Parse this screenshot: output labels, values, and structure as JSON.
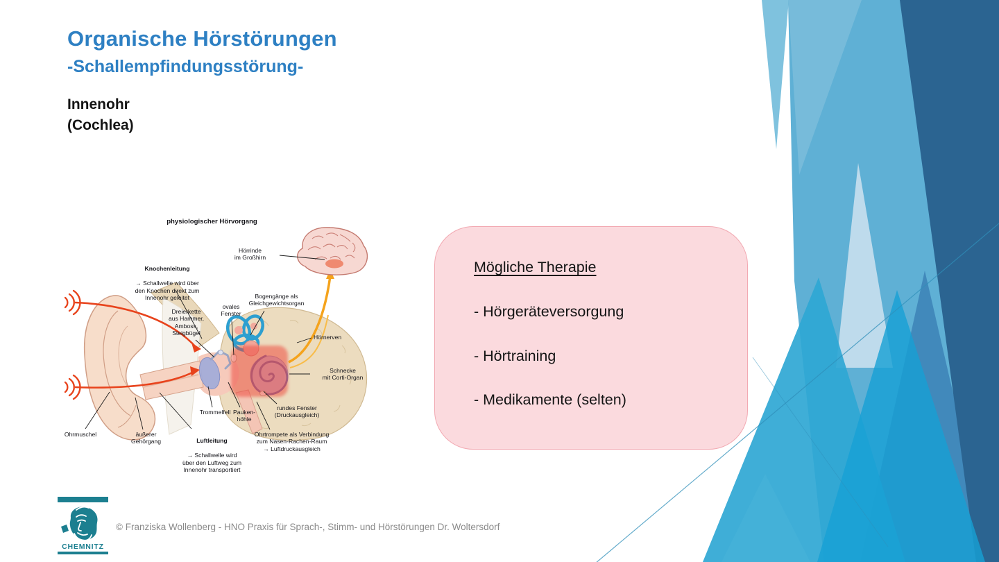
{
  "slide": {
    "title": "Organische Hörstörungen",
    "subtitle": "-Schallempfindungsstörung-",
    "lead": "Innenohr\n(Cochlea)"
  },
  "diagram": {
    "title": "physiologischer Hörvorgang",
    "labels": {
      "hoerrinde": "Hörrinde\nim Großhirn",
      "knochenleitung_head": "Knochenleitung",
      "knochenleitung_body": "→ Schallwelle wird über\nden Knochen direkt zum\nInnenohr geleitet",
      "dreierkette": "Dreierkette\naus Hammer,\nAmboss,\nSteigbügel",
      "ovales_fenster": "ovales\nFenster",
      "bogengaenge": "Bogengänge als\nGleichgewichtsorgan",
      "hoernerven": "Hörnerven",
      "schnecke": "Schnecke\nmit Corti-Organ",
      "rundes_fenster": "rundes Fenster\n(Druckausgleich)",
      "ohrtrompete": "Ohrtrompete als Verbindung\nzum Nasen-Rachen-Raum\n→ Luftdruckausgleich",
      "trommelfell": "Trommelfell",
      "paukenhoehle": "Pauken-\nhöhle",
      "luftleitung_head": "Luftleitung",
      "luftleitung_body": "→ Schallwelle wird\nüber den Luftweg zum\nInnenohr transportiert",
      "aeusserer_gehoergang": "äußerer\nGehörgang",
      "ohrmuschel": "Ohrmuschel"
    }
  },
  "therapy_box": {
    "heading": "Mögliche Therapie",
    "items": [
      "- Hörgeräteversorgung",
      "- Hörtraining",
      "- Medikamente (selten)"
    ]
  },
  "footer": {
    "copyright": "© Franziska Wollenberg - HNO Praxis für Sprach-, Stimm- und Hörstörungen Dr. Woltersdorf"
  },
  "logo": {
    "city": "CHEMNITZ"
  },
  "colors": {
    "title_blue": "#2e80c3",
    "text_black": "#141414",
    "footer_gray": "#8a8a8a",
    "box_pink": "#fbdade",
    "box_border": "#f2a9b2",
    "highlight_red": "#ee4034",
    "logo_teal": "#1c7f90",
    "deco": {
      "sliver": "#7fc2de",
      "light": "#5fb0d5",
      "shade": "#8ac4de",
      "pale": "#c9e0ee",
      "medium": "#3f86b8",
      "dark": "#2b6491",
      "cyan1": "#2fa7d4",
      "cyan2": "#17a0d4",
      "small": "#45b1d8",
      "line": "#2f8fba"
    }
  }
}
